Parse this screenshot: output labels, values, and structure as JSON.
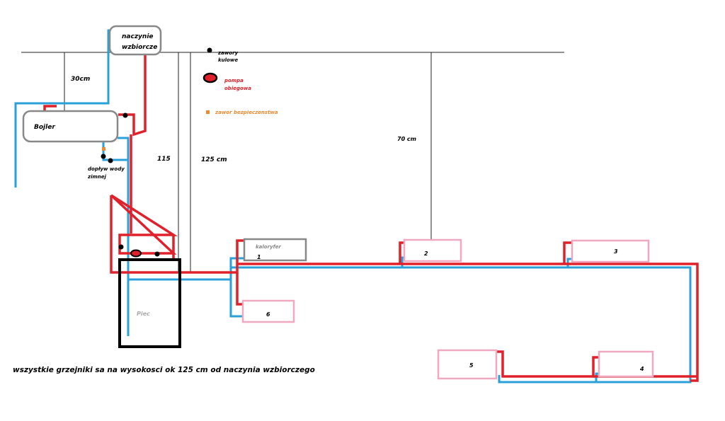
{
  "labels": {
    "expansion_vessel": [
      "naczynie",
      "wzbiorcze"
    ],
    "boiler": "Bojler",
    "dim_30": "30cm",
    "dim_115": "115",
    "dim_125": "125 cm",
    "dim_70": "70 cm",
    "cold_water": [
      "dopływ wody",
      "zimnej"
    ],
    "furnace": "Piec",
    "radiator": "kaloryfer",
    "footer": "wszystkie grzejniki sa na wysokosci ok 125 cm od naczynia wzbiorczego"
  },
  "legend": {
    "ball_valves": [
      "zawory",
      "kulowe"
    ],
    "pump": [
      "pompa",
      "obiegowa"
    ],
    "safety_valve": "zawor bezpieczenstwa"
  },
  "radiators": [
    "1",
    "2",
    "3",
    "4",
    "5",
    "6"
  ],
  "colors": {
    "hot": "#e0202a",
    "cold": "#2aa0d8",
    "radiator": "#f0a8c0",
    "gray": "#888888",
    "safety": "#f08a30"
  }
}
